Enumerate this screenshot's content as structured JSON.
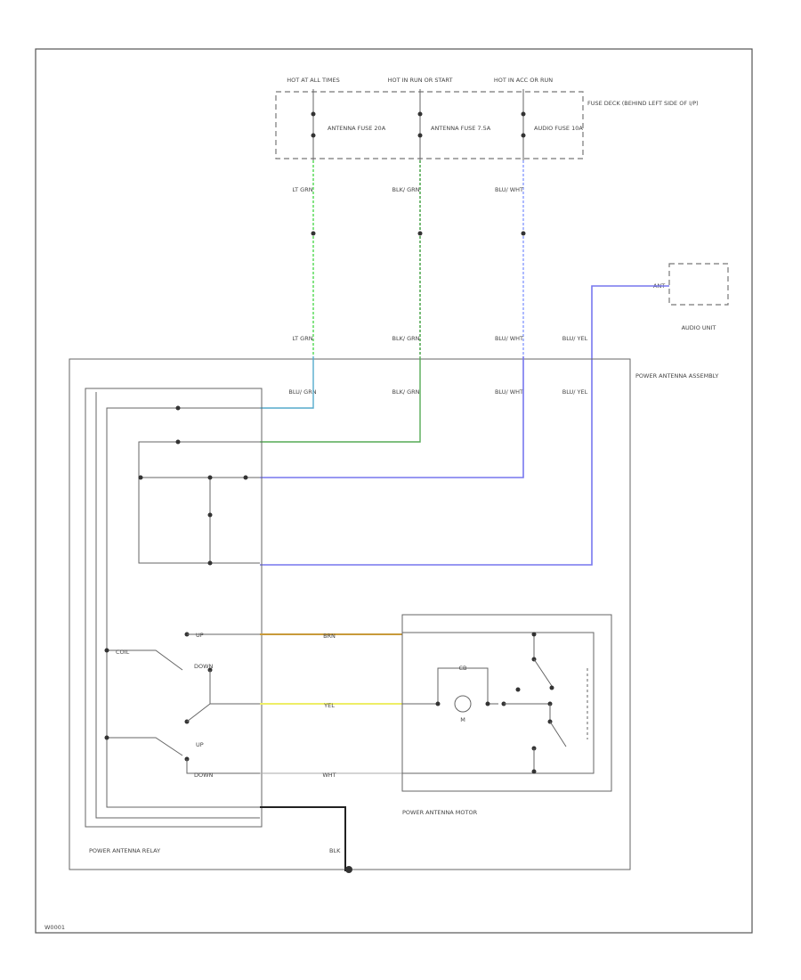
{
  "fuse_block": {
    "hot_at_all_times": "HOT AT ALL TIMES",
    "hot_in_run_start": "HOT IN RUN OR START",
    "hot_in_acc_run": "HOT IN ACC OR RUN",
    "fuse_deck_note": "FUSE DECK (BEHIND LEFT SIDE OF I/P)",
    "fuse1": "ANTENNA FUSE 20A",
    "fuse2": "ANTENNA FUSE 7.5A",
    "fuse3": "AUDIO FUSE 10A"
  },
  "wires_top": {
    "w1": "LT GRN",
    "w2": "BLK/ GRN",
    "w3": "BLU/ WHT"
  },
  "wires_assembly_entry": {
    "w1": "LT GRN",
    "w2": "BLK/ GRN",
    "w3": "BLU/ WHT",
    "w4": "BLU/ YEL"
  },
  "wires_internal": {
    "w1": "BLU/ GRN",
    "w2": "BLK/ GRN",
    "w3": "BLU/ WHT",
    "w4": "BLU/ YEL"
  },
  "audio_unit": {
    "label": "AUDIO UNIT",
    "pin": "ANT"
  },
  "assembly": {
    "label": "POWER ANTENNA ASSEMBLY"
  },
  "relay": {
    "label": "POWER ANTENNA RELAY",
    "up": "UP",
    "down": "DOWN",
    "up2": "UP",
    "down2": "DOWN",
    "coil": "COIL"
  },
  "motor": {
    "label": "POWER ANTENNA MOTOR",
    "m": "M",
    "cb": "CB"
  },
  "motor_wires": {
    "brn": "BRN",
    "yel": "YEL",
    "wht": "WHT"
  },
  "ground": {
    "label": "BLK"
  },
  "footer": {
    "code": "W0001"
  },
  "colors": {
    "lt_green": "#66dd66",
    "green": "#55aa55",
    "blue": "#7777ee",
    "light_blue": "#99aaff",
    "brown": "#c89a3a",
    "yellow": "#eeee66",
    "black": "#222222"
  }
}
